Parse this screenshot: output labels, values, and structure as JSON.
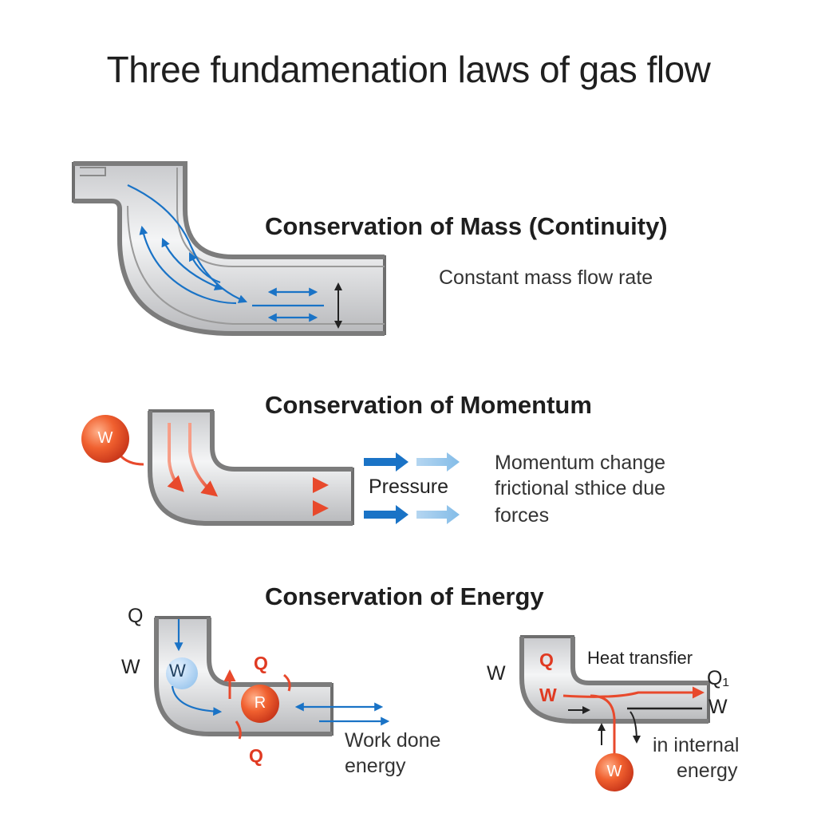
{
  "title": "Three fundamenation laws of gas flow",
  "mass": {
    "heading": "Conservation of Mass (Continuity)",
    "description": "Constant mass flow rate"
  },
  "momentum": {
    "heading": "Conservation of Momentum",
    "pressure_label": "Pressure",
    "description_lines": [
      "Momentum change",
      "frictional sthice due",
      "forces"
    ],
    "work_symbol": "W"
  },
  "energy": {
    "heading": "Conservation of Energy",
    "left": {
      "q_label": "Q",
      "w_label": "W",
      "w_bubble": "W",
      "q_upper": "Q",
      "q_lower": "Q",
      "r_symbol": "R",
      "work_lines": [
        "Work done",
        "energy"
      ]
    },
    "right": {
      "w_outer": "W",
      "q_inner": "Q",
      "heat_transfer": "Heat transfier",
      "q1_label": "Q₁",
      "w_inner": "W",
      "w_out": "W",
      "w_bottom": "W",
      "internal_lines": [
        "in internal",
        "energy"
      ]
    }
  },
  "colors": {
    "blue_arrow": "#1a73c6",
    "red_arrow": "#e8492c",
    "orange_ball": "#ea5a2a",
    "pipe_edge": "#6e6e6e",
    "pipe_fill": "#e6e7e9"
  }
}
